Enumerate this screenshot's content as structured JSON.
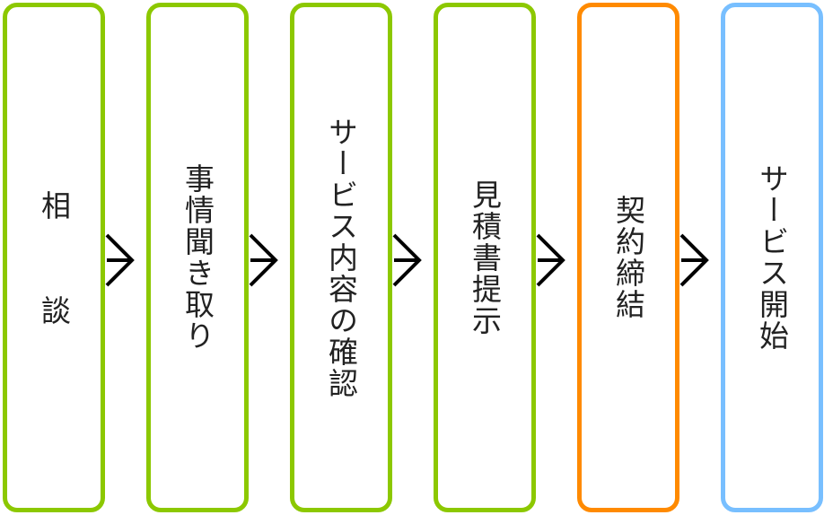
{
  "colors": {
    "green": "#8cc800",
    "orange": "#ff8a00",
    "blue": "#78bfff",
    "arrow": "#000000"
  },
  "steps": [
    {
      "label": "相談",
      "color": "green"
    },
    {
      "label": "事情聞き取り",
      "color": "green"
    },
    {
      "label": "サービス内容の確認",
      "color": "green"
    },
    {
      "label": "見積書提示",
      "color": "green"
    },
    {
      "label": "契約締結",
      "color": "orange"
    },
    {
      "label": "サービス開始",
      "color": "blue"
    }
  ]
}
